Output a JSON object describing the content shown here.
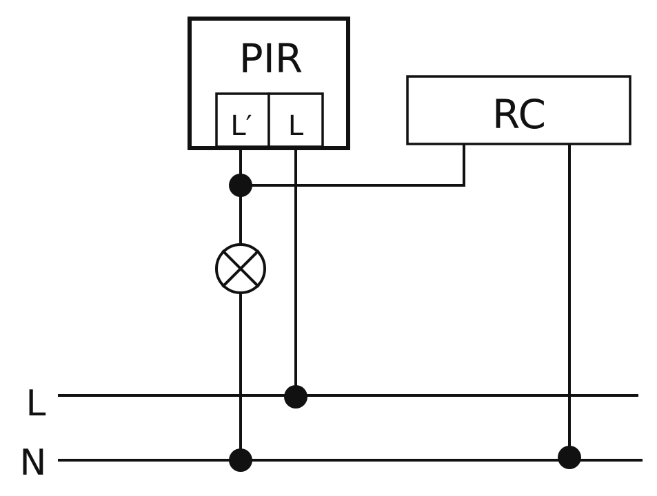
{
  "diagram": {
    "pir": {
      "label": "PIR",
      "terminal_left": "L′",
      "terminal_right": "L"
    },
    "rc": {
      "label": "RC"
    },
    "rails": {
      "line": "L",
      "neutral": "N"
    },
    "colors": {
      "stroke": "#111111",
      "background": "#ffffff"
    }
  }
}
